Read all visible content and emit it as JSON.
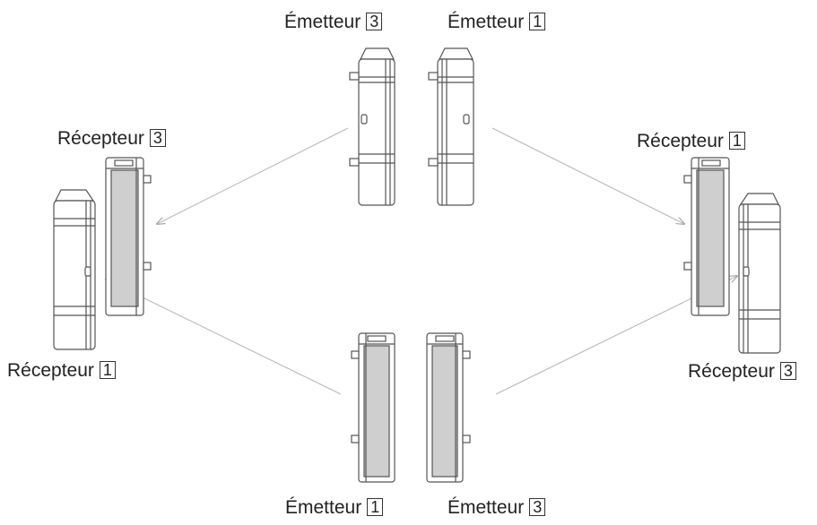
{
  "labels": {
    "emitter_top_left": {
      "text": "Émetteur",
      "number": "3"
    },
    "emitter_top_right": {
      "text": "Émetteur",
      "number": "1"
    },
    "receiver_top_left": {
      "text": "Récepteur",
      "number": "3"
    },
    "receiver_top_right": {
      "text": "Récepteur",
      "number": "1"
    },
    "receiver_bottom_left": {
      "text": "Récepteur",
      "number": "1"
    },
    "receiver_bottom_right": {
      "text": "Récepteur",
      "number": "3"
    },
    "emitter_bottom_left": {
      "text": "Émetteur",
      "number": "1"
    },
    "emitter_bottom_right": {
      "text": "Émetteur",
      "number": "3"
    }
  },
  "colors": {
    "line": "#555555",
    "lens": "#cfcfcf",
    "body": "#ffffff",
    "beam": "#b8b8b8",
    "text": "#222222"
  }
}
